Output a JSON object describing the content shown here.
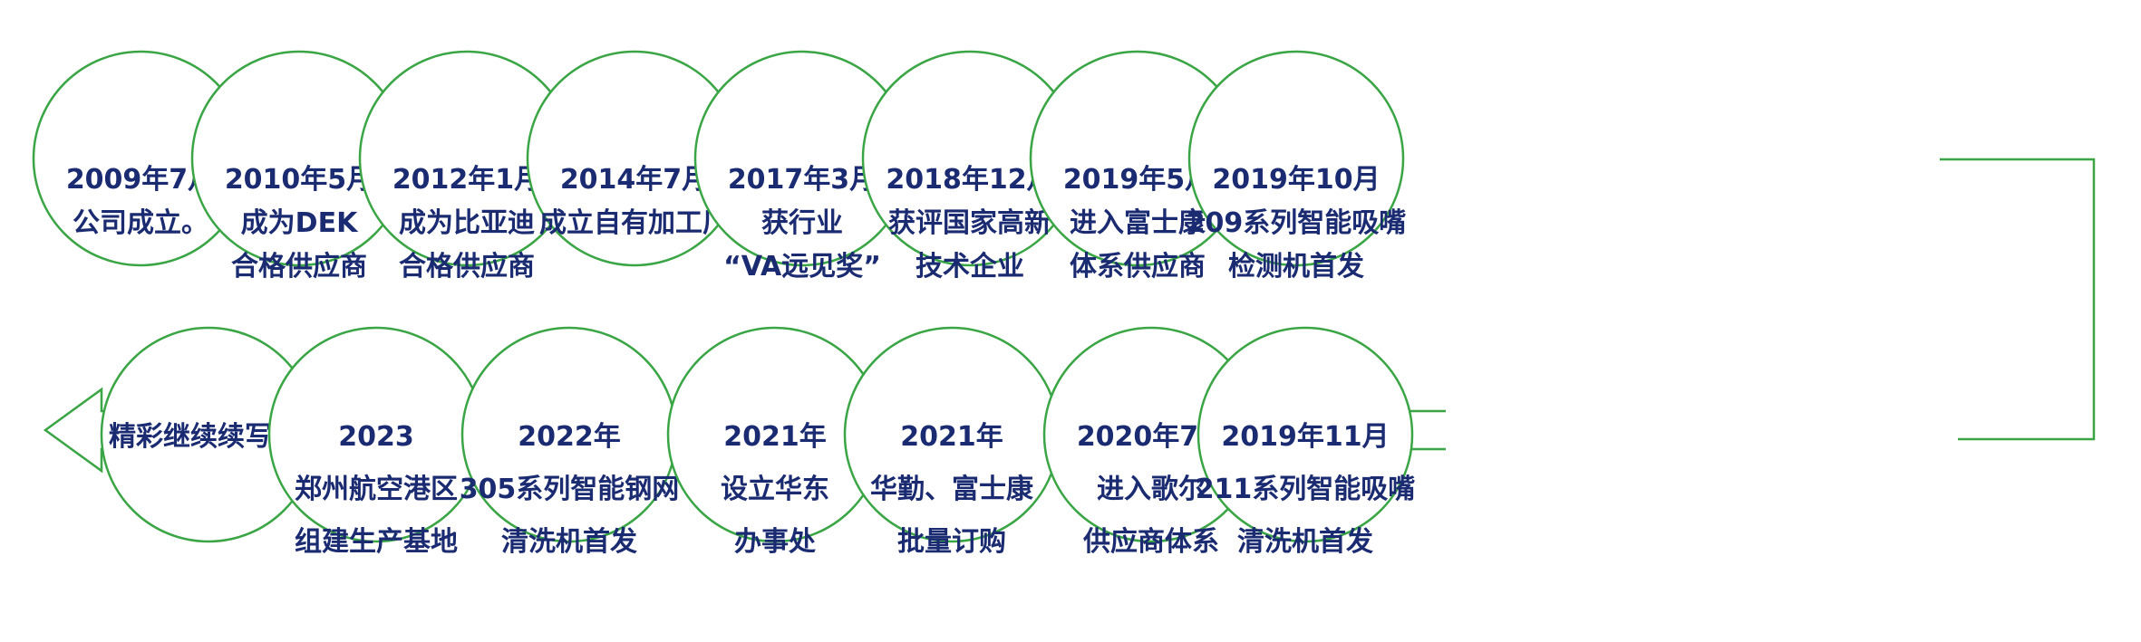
{
  "colors": {
    "line": "#3aa544",
    "text": "#1b2b72",
    "background": "#ffffff"
  },
  "timeline": {
    "row1": [
      {
        "date": "2009年7月",
        "lines": [
          "公司成立。"
        ]
      },
      {
        "date": "2010年5月",
        "lines": [
          "成为DEK",
          "合格供应商"
        ]
      },
      {
        "date": "2012年1月",
        "lines": [
          "成为比亚迪",
          "合格供应商"
        ]
      },
      {
        "date": "2014年7月",
        "lines": [
          "成立自有加工厂"
        ]
      },
      {
        "date": "2017年3月",
        "lines": [
          "获行业",
          "“VA远见奖”"
        ]
      },
      {
        "date": "2018年12月",
        "lines": [
          "获评国家高新",
          "技术企业"
        ]
      },
      {
        "date": "2019年5月",
        "lines": [
          "进入富士康",
          "体系供应商"
        ]
      },
      {
        "date": "2019年10月",
        "lines": [
          "209系列智能吸嘴",
          "检测机首发"
        ]
      }
    ],
    "row2": [
      {
        "date": "",
        "lines": [
          "精彩继续续写……"
        ]
      },
      {
        "date": "2023",
        "lines": [
          "郑州航空港区",
          "组建生产基地"
        ]
      },
      {
        "date": "2022年",
        "lines": [
          "305系列智能钢网",
          "清洗机首发"
        ]
      },
      {
        "date": "2021年",
        "lines": [
          "设立华东",
          "办事处"
        ]
      },
      {
        "date": "2021年",
        "lines": [
          "华勤、富士康",
          "批量订购"
        ]
      },
      {
        "date": "2020年7月",
        "lines": [
          "进入歌尔",
          "供应商体系"
        ]
      },
      {
        "date": "2019年11月",
        "lines": [
          "211系列智能吸嘴",
          "清洗机首发"
        ]
      }
    ]
  }
}
